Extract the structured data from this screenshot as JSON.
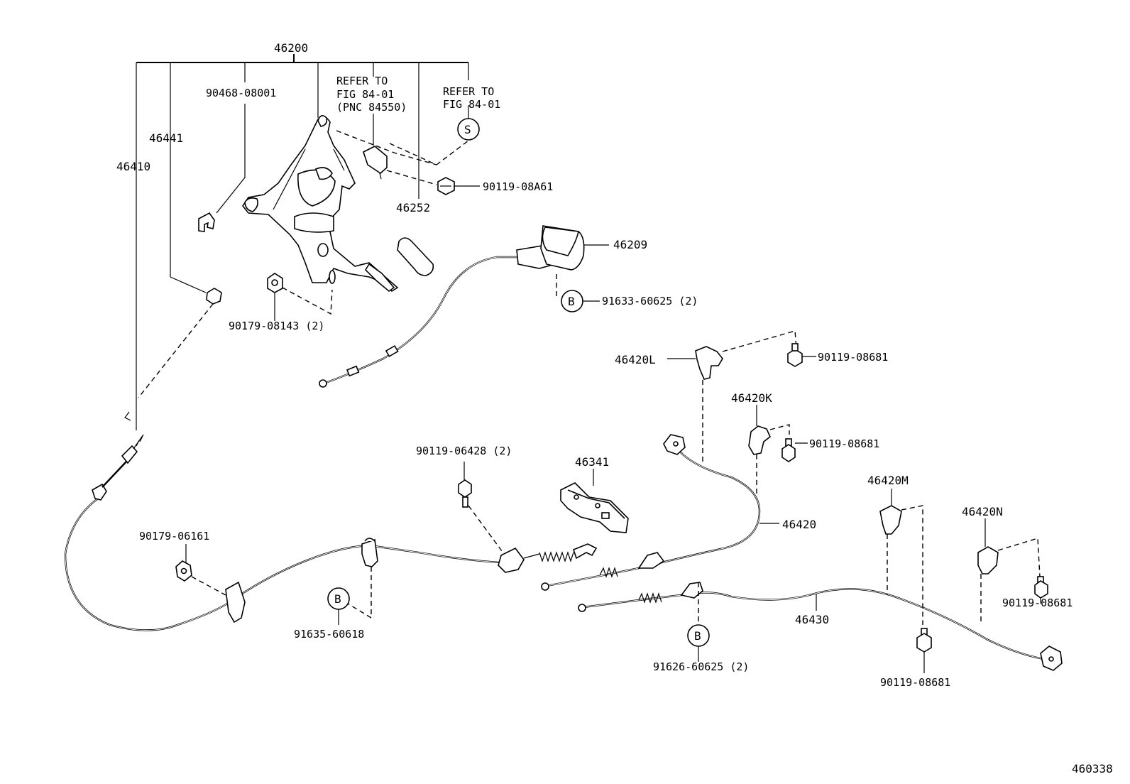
{
  "diagram_id": "460338",
  "assembly": {
    "part_no": "46200"
  },
  "refer_notes": [
    {
      "id": "refer-84550",
      "lines": [
        "REFER TO",
        "FIG 84-01",
        "(PNC 84550)"
      ]
    },
    {
      "id": "refer-s",
      "lines": [
        "REFER TO",
        "FIG 84-01"
      ]
    }
  ],
  "markers": {
    "s": "S",
    "b": "B"
  },
  "labels": {
    "p46410": "46410",
    "p46441": "46441",
    "p90468": "90468-08001",
    "p46252": "46252",
    "p90119_08a61": "90119-08A61",
    "p46209": "46209",
    "p91633": "91633-60625 (2)",
    "p90179_08143": "90179-08143 (2)",
    "p46420l": "46420L",
    "p90119_08681_a": "90119-08681",
    "p46420k": "46420K",
    "p90119_08681_b": "90119-08681",
    "p46420": "46420",
    "p46420m": "46420M",
    "p46420n": "46420N",
    "p90119_08681_c": "90119-08681",
    "p90119_08681_d": "90119-08681",
    "p46430": "46430",
    "p91626": "91626-60625 (2)",
    "p90119_06428": "90119-06428 (2)",
    "p46341": "46341",
    "p90179_06161": "90179-06161",
    "p91635": "91635-60618"
  }
}
